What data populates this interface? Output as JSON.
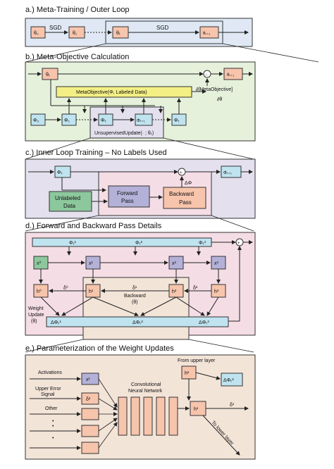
{
  "sections": {
    "a": "a.) Meta-Training / Outer Loop",
    "b": "b.) Meta-Objective Calculation",
    "c": "c.) Inner Loop Training – No Labels Used",
    "d": "d.) Forward and Backward Pass Details",
    "e": "e.) Parameterization of the Weight Updates"
  },
  "a": {
    "theta0": "θ₀",
    "theta1": "θ₁",
    "thetat": "θₜ",
    "thetat1": "θₜ₊₁",
    "sgd1": "SGD",
    "sgd2": "SGD"
  },
  "b": {
    "thetat": "θₜ",
    "thetat1": "θₜ₊₁",
    "minus": "−",
    "meta_objective": "MetaObjective(Φ, Labeled Data)",
    "grad_top": "∂[MetaObjective]",
    "grad_bottom": "∂θ",
    "phi0": "Φ₀",
    "phi1": "Φ₁",
    "phit": "Φₜ",
    "phit1": "Φₜ₊₁",
    "phiT": "Φₜ",
    "unsup_update": "UnsupervisedUpdate(· ; θₜ)"
  },
  "c": {
    "phit": "Φₜ",
    "phit1": "Φₜ₊₁",
    "plus": "+",
    "delta_phi": "ΔΦ",
    "unlabeled": "Unlabeled",
    "data": "Data",
    "forward": "Forward",
    "forward_pass": "Pass",
    "backward": "Backward",
    "backward_pass": "Pass"
  },
  "d": {
    "phi1": "Φₜ¹",
    "phi2": "Φₜ²",
    "phi3": "Φₜ³",
    "x0": "x⁰",
    "x1": "x¹",
    "x2": "x²",
    "x3": "x³",
    "h0": "h⁰",
    "h1": "h¹",
    "h2": "h²",
    "h3": "h³",
    "d0": "δ⁰",
    "d1": "δ¹",
    "d2": "δ²",
    "backward": "Backward",
    "theta": "(θ)",
    "weight": "Weight",
    "update": "Update",
    "theta2": "(θ)",
    "dphi1": "ΔΦₜ¹",
    "dphi2": "ΔΦₜ²",
    "dphi3": "ΔΦₜ³",
    "plus": "+"
  },
  "e": {
    "from_upper": "From upper layer",
    "h2": "h²",
    "dphi2": "ΔΦₜ²",
    "activations": "Activations",
    "x1": "x¹",
    "upper_error": "Upper Error",
    "signal": "Signal",
    "d2": "δ²",
    "other": "Other",
    "dots": "•\n•\n•",
    "cnn1": "Convolutional",
    "cnn2": "Neural Network",
    "h1": "h¹",
    "d1": "δ¹",
    "to_lower": "To lower layer"
  },
  "colors": {
    "green_bg": "#e6f1dc",
    "purple_bg": "#e4e0ee",
    "pink_bg": "#f5dde6",
    "tan_bg": "#f3e4d8",
    "blue_bg": "#dfe8f4",
    "salmon": "#f7c4ac",
    "light_blue": "#bfe3ef",
    "yellow": "#f4ef84",
    "green_box": "#8dc89d",
    "lavender": "#b3b1d8"
  }
}
